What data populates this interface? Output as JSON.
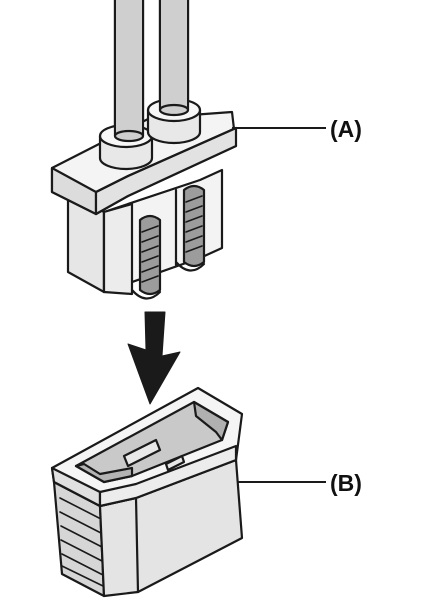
{
  "diagram": {
    "callouts": [
      {
        "id": "A",
        "label": "(A)"
      },
      {
        "id": "B",
        "label": "(B)"
      }
    ],
    "colors": {
      "outline": "#1a1a1a",
      "part_light": "#eeeeee",
      "part_mid": "#d9d9d9",
      "part_dark": "#bdbdbd",
      "arrow": "#1a1a1a"
    }
  }
}
